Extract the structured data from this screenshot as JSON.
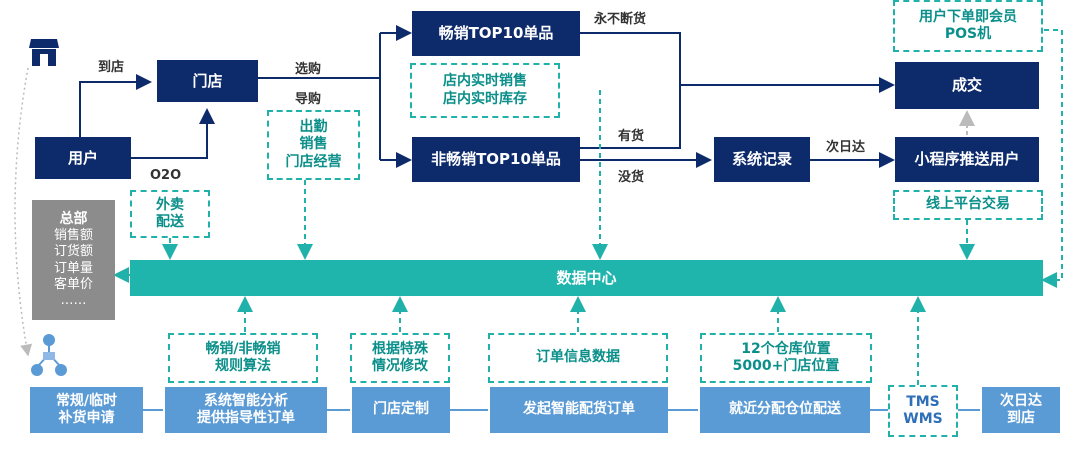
{
  "nodes": {
    "store": "门店",
    "user": "用户",
    "bestseller": "畅销TOP10单品",
    "non_bestseller": "非畅销TOP10单品",
    "system_record": "系统记录",
    "deal": "成交",
    "miniprogram": "小程序推送用户",
    "data_center": "数据中心"
  },
  "dashed": {
    "member_pos": [
      "用户下单即会员",
      "POS机"
    ],
    "realtime": [
      "店内实时销售",
      "店内实时库存"
    ],
    "attendance": [
      "出勤",
      "销售",
      "门店经营"
    ],
    "delivery": [
      "外卖",
      "配送"
    ],
    "online_trade": "线上平台交易",
    "algo": [
      "畅销/非畅销",
      "规则算法"
    ],
    "special": [
      "根据特殊",
      "情况修改"
    ],
    "order_info": "订单信息数据",
    "locations": [
      "12个仓库位置",
      "5000+门店位置"
    ],
    "tms_wms": [
      "TMS",
      "WMS"
    ]
  },
  "hq": {
    "title": "总部",
    "items": [
      "销售额",
      "订货额",
      "订单量",
      "客单价",
      "……"
    ]
  },
  "process": [
    [
      "常规/临时",
      "补货申请"
    ],
    [
      "系统智能分析",
      "提供指导性订单"
    ],
    [
      "门店定制"
    ],
    [
      "发起智能配货订单"
    ],
    [
      "就近分配仓位配送"
    ],
    [
      "次日达",
      "到店"
    ]
  ],
  "labels": {
    "to_store": "到店",
    "select": "选购",
    "guide": "导购",
    "o2o": "O2O",
    "never_out": "永不断货",
    "in_stock": "有货",
    "out_stock": "没货",
    "next_day": "次日达"
  },
  "colors": {
    "navy": "#0d2a6b",
    "teal": "#1fb5ad",
    "light_blue": "#5b9bd5",
    "gray": "#8c8c8c"
  }
}
